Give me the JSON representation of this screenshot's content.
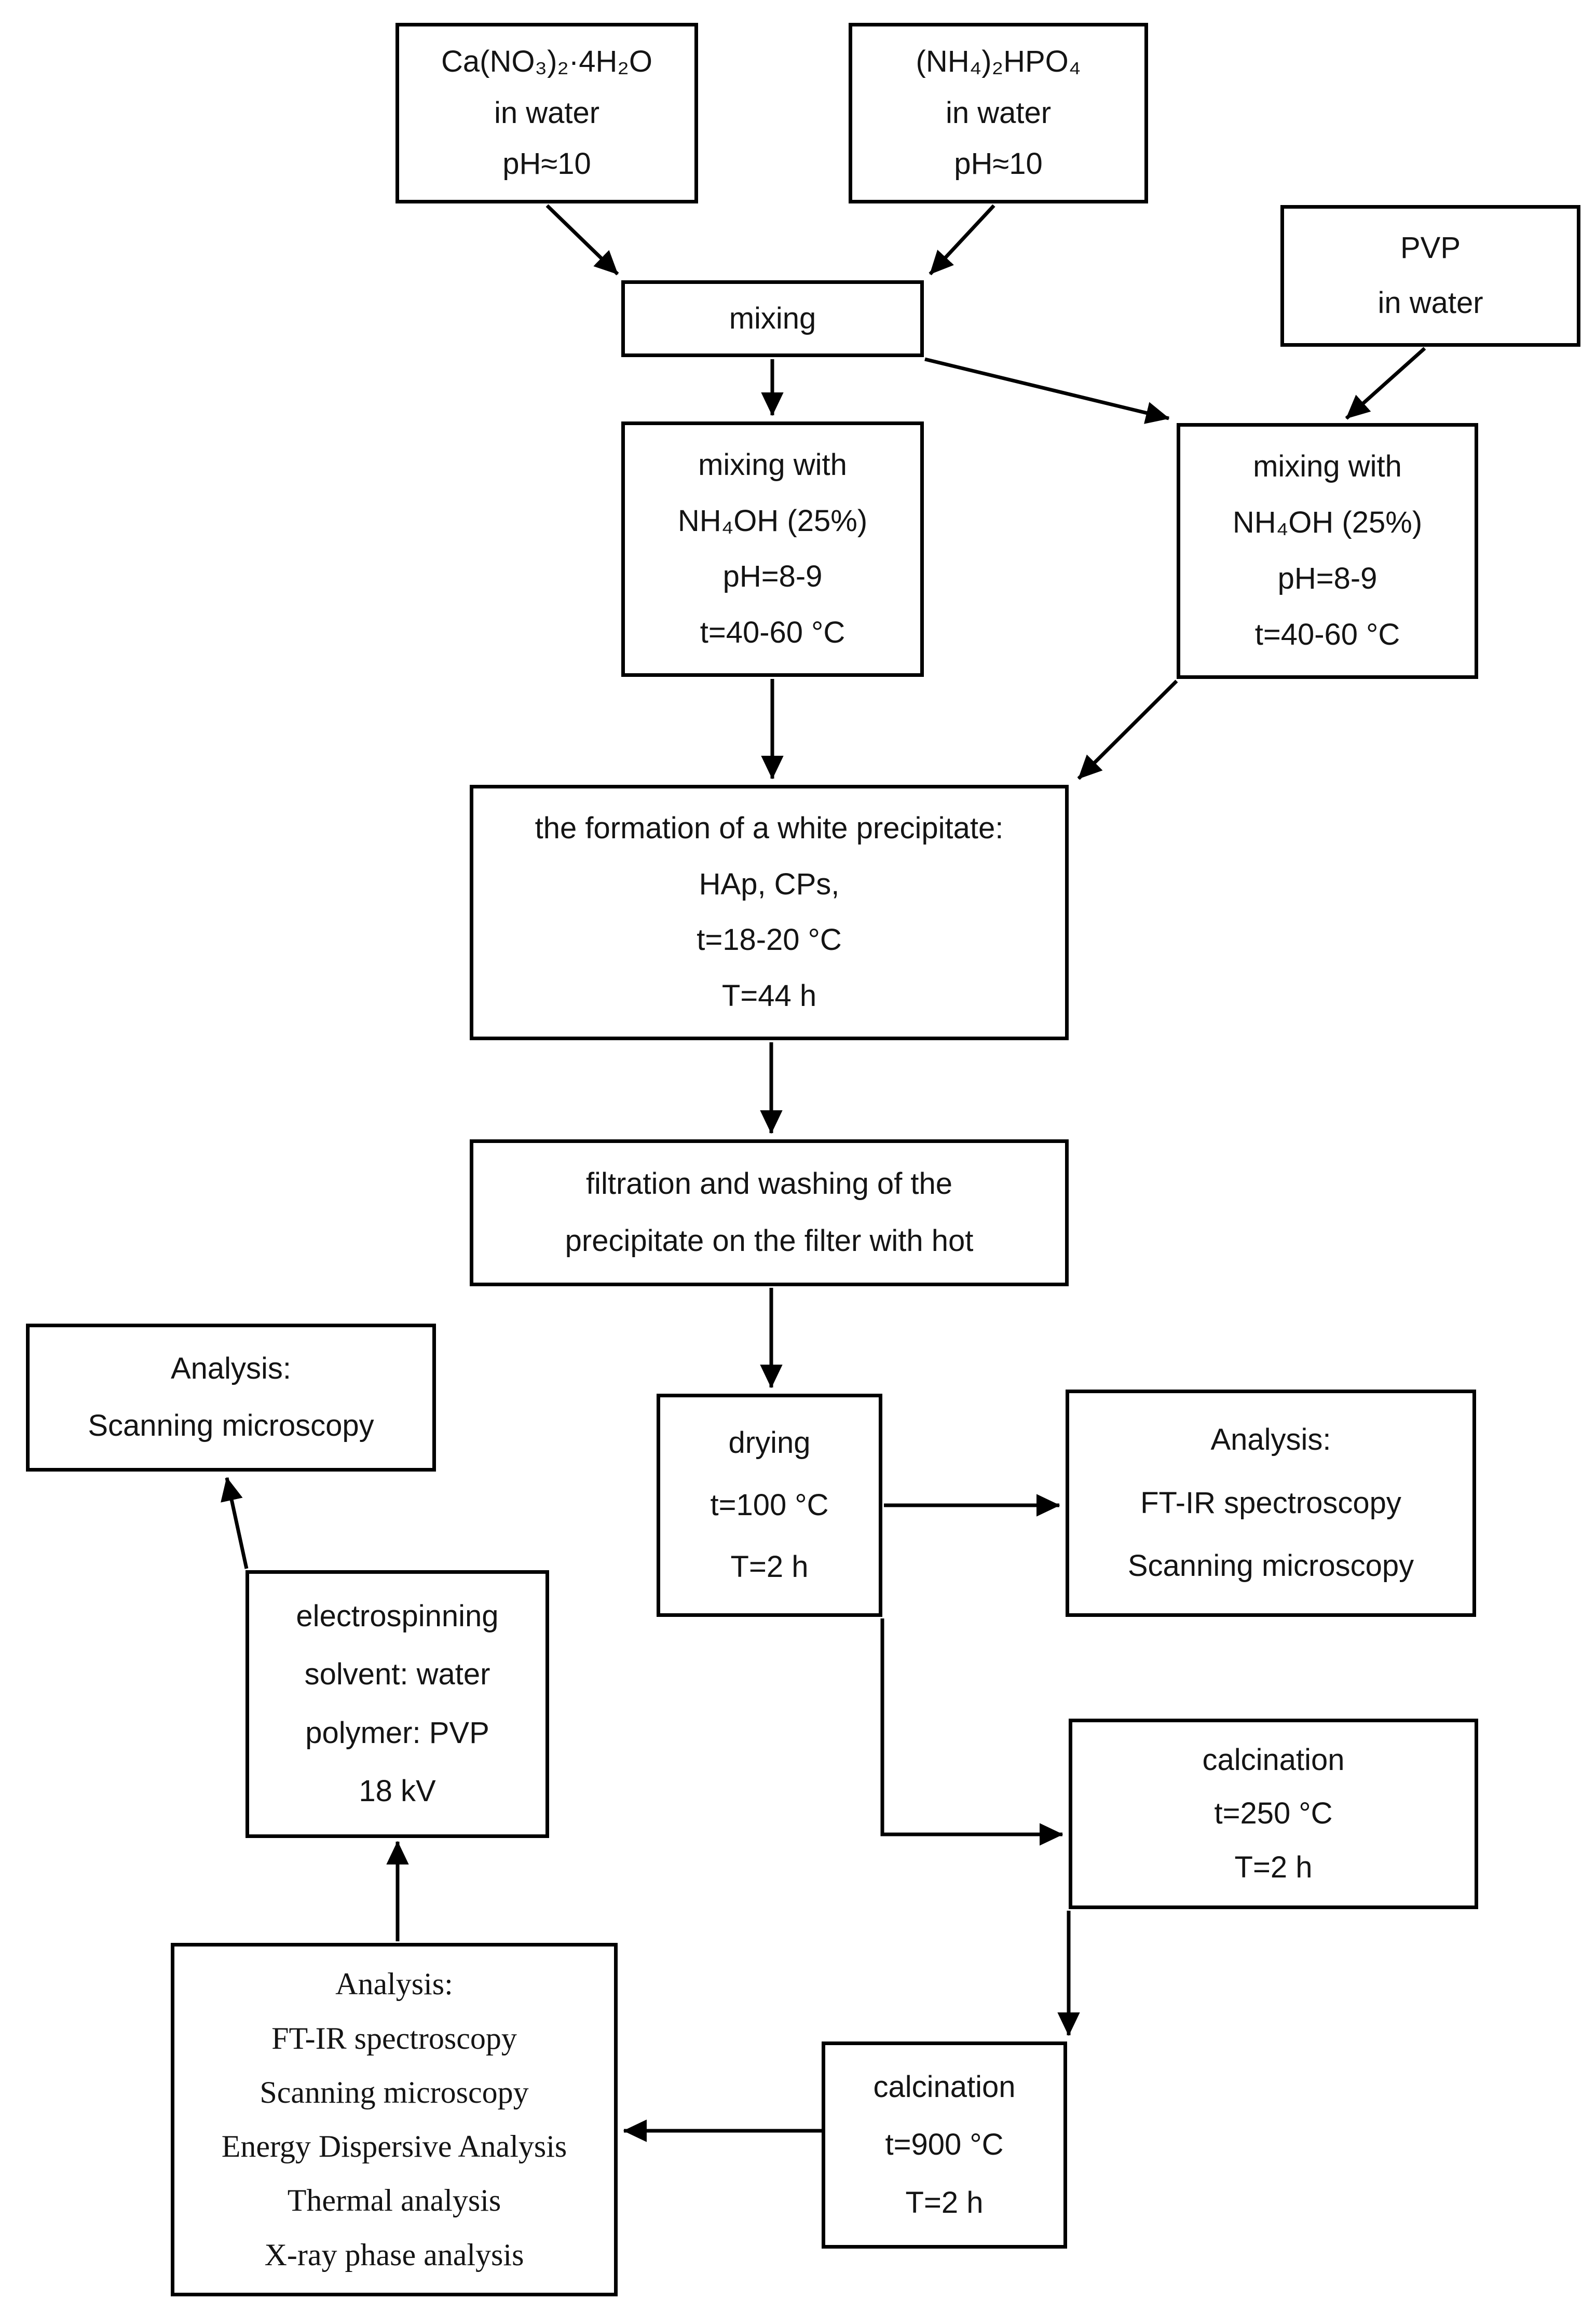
{
  "page": {
    "background_color": "#ffffff",
    "line_color": "#000000",
    "text_color": "#141414"
  },
  "nodes": {
    "ca_nitrate": {
      "lines": [
        "Ca(NO₃)₂·4H₂O",
        "in water",
        "pH≈10"
      ]
    },
    "ammonium_phosphate": {
      "lines": [
        "(NH₄)₂HPO₄",
        "in water",
        "pH≈10"
      ]
    },
    "pvp": {
      "lines": [
        "PVP",
        "in water"
      ]
    },
    "mixing": {
      "lines": [
        "mixing"
      ]
    },
    "mixing_nh4oh_left": {
      "lines": [
        "mixing with",
        "NH₄OH (25%)",
        "pH=8-9",
        "t=40-60 °C"
      ]
    },
    "mixing_nh4oh_right": {
      "lines": [
        "mixing with",
        "NH₄OH (25%)",
        "pH=8-9",
        "t=40-60 °C"
      ]
    },
    "precipitate": {
      "lines": [
        "the formation of a white precipitate:",
        "HAp, CPs,",
        "t=18-20 °C",
        "T=44 h"
      ]
    },
    "filtration": {
      "lines": [
        "filtration and washing of the",
        "precipitate on the filter with hot"
      ]
    },
    "drying": {
      "lines": [
        "drying",
        "t=100 °C",
        "T=2 h"
      ]
    },
    "analysis_after_drying": {
      "lines": [
        "Analysis:",
        "FT-IR spectroscopy",
        "Scanning microscopy"
      ]
    },
    "calcination_250": {
      "lines": [
        "calcination",
        "t=250 °C",
        "T=2 h"
      ]
    },
    "calcination_900": {
      "lines": [
        "calcination",
        "t=900 °C",
        "T=2 h"
      ]
    },
    "analysis_final": {
      "lines": [
        "Analysis:",
        "FT-IR spectroscopy",
        "Scanning microscopy",
        "Energy Dispersive Analysis",
        "Thermal analysis",
        "X-ray phase analysis"
      ]
    },
    "electrospinning": {
      "lines": [
        "electrospinning",
        "solvent: water",
        "polymer: PVP",
        "18 kV"
      ]
    },
    "analysis_electrospinning": {
      "lines": [
        "Analysis:",
        "Scanning microscopy"
      ]
    }
  }
}
